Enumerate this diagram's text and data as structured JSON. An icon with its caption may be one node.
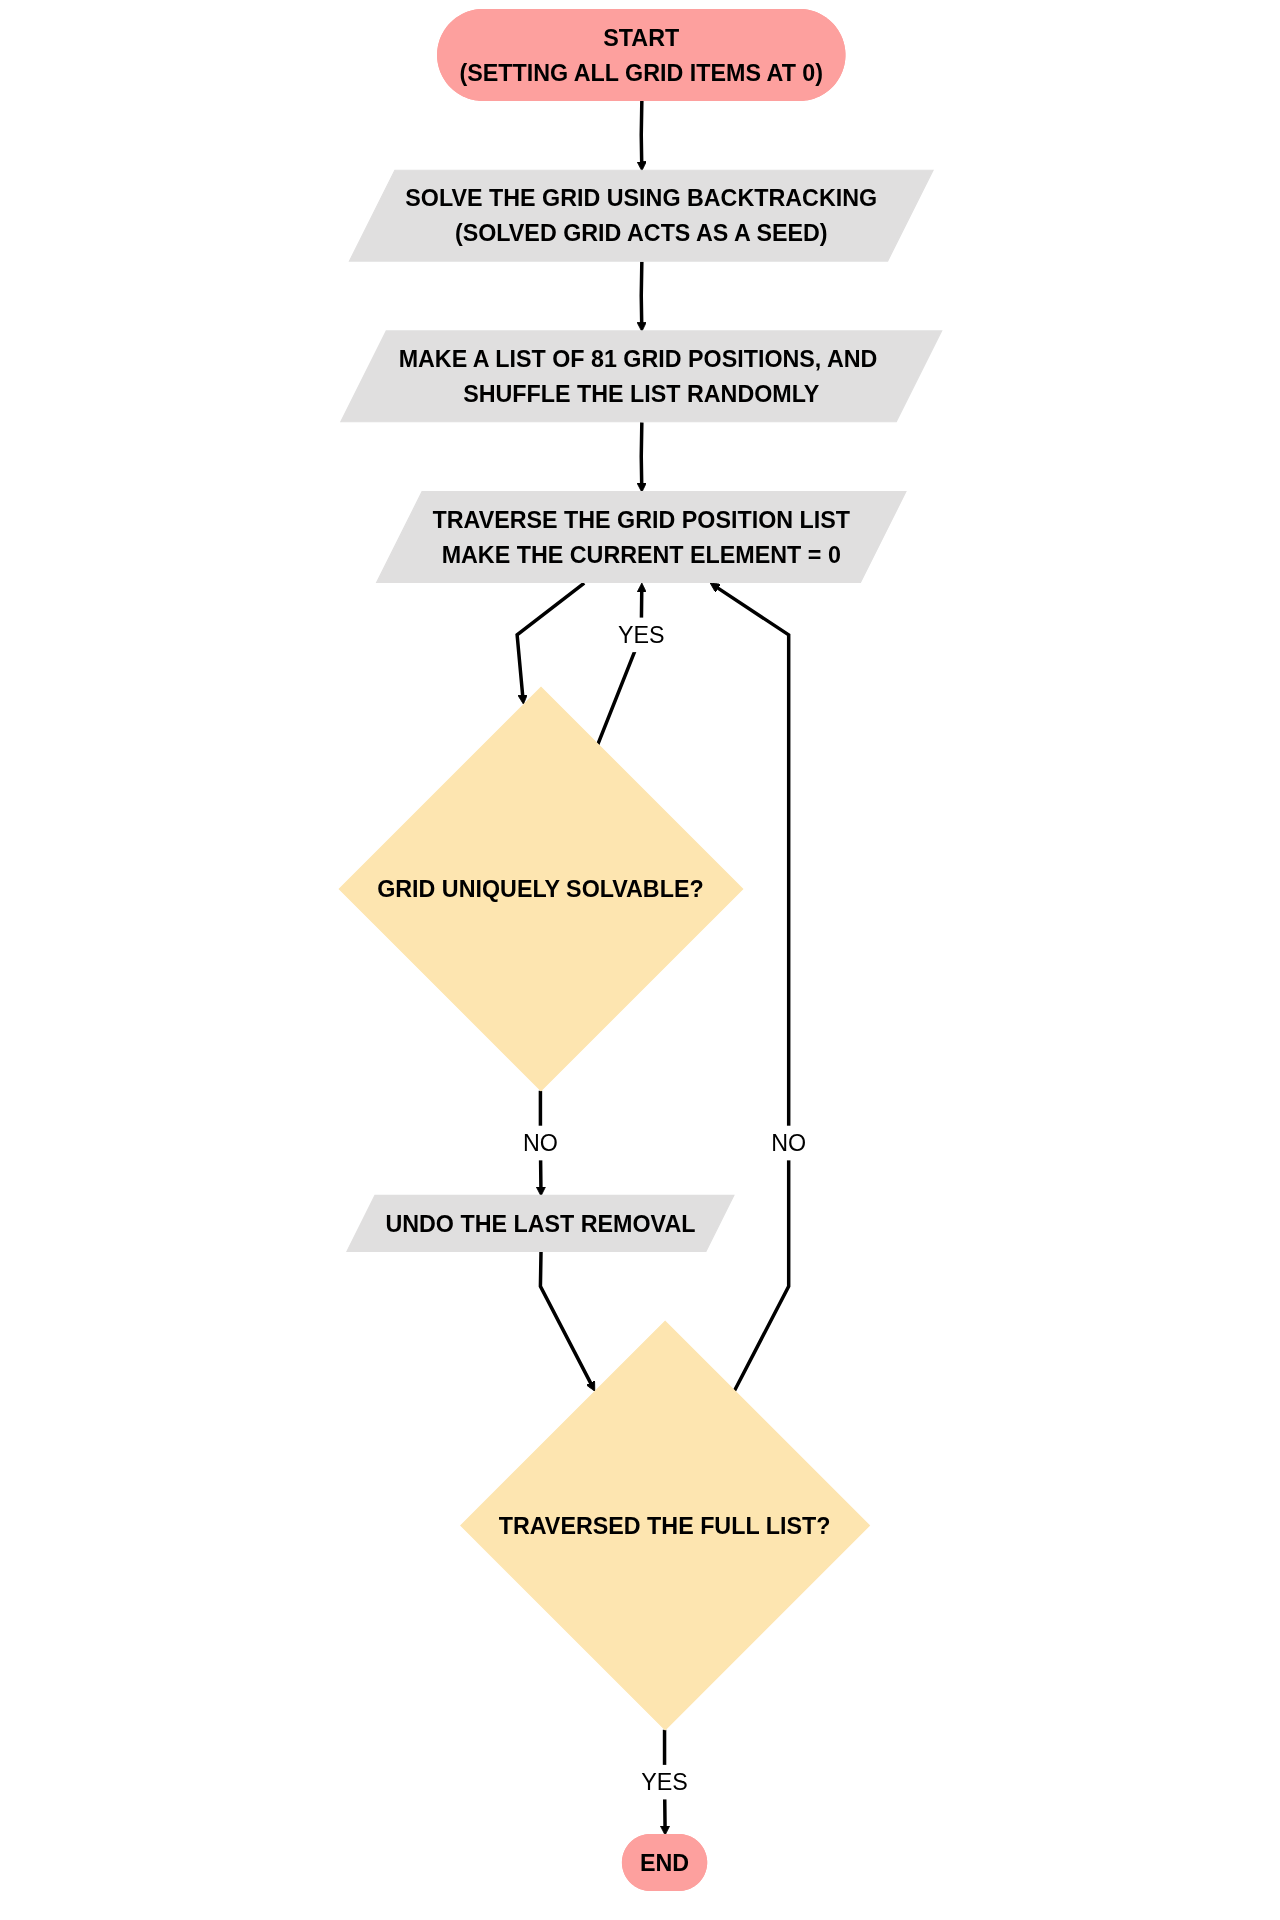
{
  "diagram": {
    "nodes": [
      {
        "text": [
          "START",
          "(SETTING ALL GRID ITEMS AT 0)"
        ]
      },
      {
        "text": [
          "SOLVE THE GRID USING BACKTRACKING",
          "(SOLVED GRID ACTS AS A SEED)"
        ]
      },
      {
        "text": [
          "MAKE A LIST OF 81 GRID POSITIONS, AND SHUFFLE THE LIST RANDOMLY"
        ]
      },
      {
        "text": [
          "TRAVERSE THE GRID POSITION LIST",
          "MAKE THE CURRENT ELEMENT = 0"
        ]
      },
      {
        "text": [
          "GRID UNIQUELY SOLVABLE?"
        ]
      },
      {
        "text": [
          "UNDO THE LAST REMOVAL"
        ]
      },
      {
        "text": [
          "TRAVERSED THE FULL LIST?"
        ]
      },
      {
        "text": [
          "END"
        ]
      }
    ],
    "edges": [
      {
        "from": 0,
        "to": 1,
        "arrow": "to"
      },
      {
        "from": 1,
        "to": 2,
        "arrow": "to"
      },
      {
        "from": 2,
        "to": 3,
        "arrow": "to"
      },
      {
        "from": 3,
        "to": 4,
        "arrow": "to"
      },
      {
        "from": 4,
        "to": 3,
        "arrow": "to",
        "label": "YES"
      },
      {
        "from": 4,
        "to": 5,
        "arrow": "to",
        "label": "NO"
      },
      {
        "from": 5,
        "to": 6,
        "arrow": "to"
      },
      {
        "from": 6,
        "to": 3,
        "arrow": "to",
        "label": "NO"
      },
      {
        "from": 6,
        "to": 7,
        "arrow": "to",
        "label": "YES"
      }
    ]
  }
}
